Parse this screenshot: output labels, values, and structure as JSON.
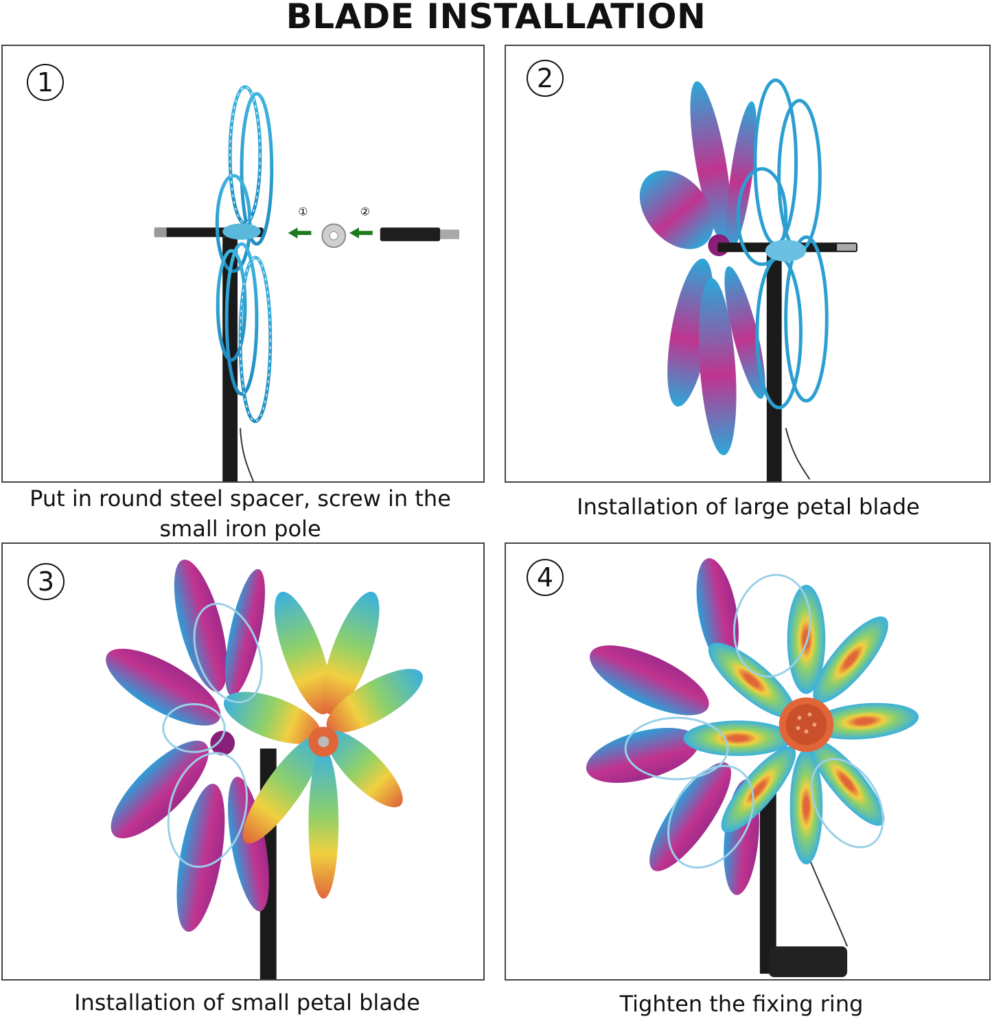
{
  "title": "BLADE INSTALLATION",
  "steps": [
    {
      "number": "1",
      "caption": "Put in round steel spacer, screw in the small iron pole",
      "markers": [
        "①",
        "②"
      ]
    },
    {
      "number": "2",
      "caption": "Installation of large petal blade"
    },
    {
      "number": "3",
      "caption": "Installation of small petal blade"
    },
    {
      "number": "4",
      "caption": "Tighten the fixing ring"
    }
  ],
  "colors": {
    "blade_blue": "#2aa8d8",
    "blade_magenta": "#c0348f",
    "pole": "#1a1a1a",
    "arrow_green": "#1f7a1f",
    "hub_orange": "#e0663a"
  }
}
